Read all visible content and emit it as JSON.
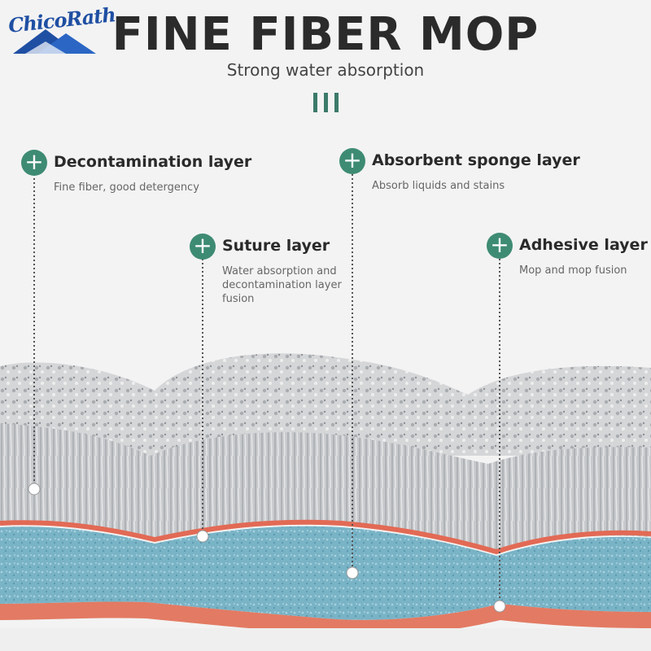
{
  "brand": {
    "logo_text": "ChicoRath"
  },
  "header": {
    "title": "FINE FIBER MOP",
    "subtitle": "Strong water absorption"
  },
  "callouts": [
    {
      "title": "Decontamination layer",
      "desc": "Fine fiber, good detergency"
    },
    {
      "title": "Suture layer",
      "desc": "Water absorption and decontamination layer fusion"
    },
    {
      "title": "Absorbent sponge layer",
      "desc": "Absorb liquids and stains"
    },
    {
      "title": "Adhesive layer",
      "desc": "Mop and mop fusion"
    }
  ],
  "colors": {
    "accent_green": "#3e8b73",
    "fiber_gray": "#b9bcbf",
    "sponge_blue": "#7db6c8",
    "seam_red": "#e26a55"
  },
  "icons": [
    "plus-icon",
    "logo-mark"
  ]
}
